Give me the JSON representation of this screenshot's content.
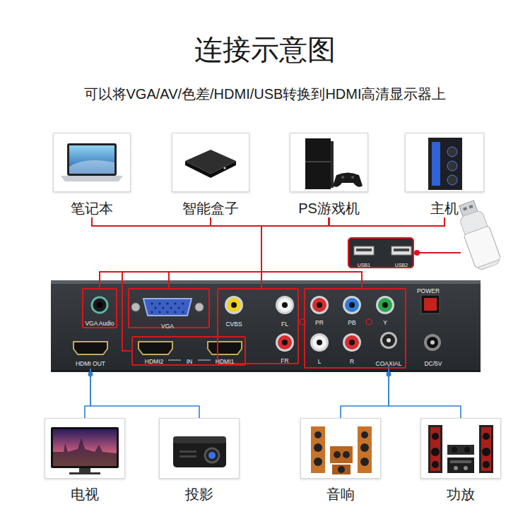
{
  "diagram": {
    "title": "连接示意图",
    "nodes": [
      {
        "text": [
          "笔记本"
        ]
      },
      {
        "text": [
          "智能盒子"
        ]
      },
      {
        "text": [
          "PS游戏机"
        ]
      },
      {
        "text": [
          "主机"
        ]
      },
      {
        "text": [
          "USB1",
          "USB2"
        ]
      },
      {
        "text": [
          "POWER",
          "DC/5V"
        ]
      },
      {
        "text": [
          "VGA Audio"
        ],
        "in": 5
      },
      {
        "text": [
          "VGA"
        ],
        "in": 5
      },
      {
        "text": [
          "CVBS",
          "FL",
          "FR"
        ],
        "in": 5
      },
      {
        "text": [
          "PR",
          "PB",
          "Y",
          "L",
          "R"
        ],
        "in": 5
      },
      {
        "text": [
          "COAXIAL"
        ],
        "in": 9
      },
      {
        "text": [
          "HDMI OUT"
        ],
        "in": 5
      },
      {
        "text": [
          "HDMI2",
          "IN",
          "HDMI1"
        ],
        "in": 5
      },
      {
        "text": [
          "电视"
        ]
      },
      {
        "text": [
          "投影"
        ]
      },
      {
        "text": [
          "音响"
        ]
      },
      {
        "text": [
          "功放"
        ]
      }
    ],
    "edges": [
      {
        "from": 0,
        "to": 6,
        "arrow": "none"
      },
      {
        "from": 0,
        "to": 7,
        "arrow": "none"
      },
      {
        "from": 0,
        "to": 8,
        "arrow": "none"
      },
      {
        "from": 0,
        "to": 9,
        "arrow": "none"
      },
      {
        "from": 0,
        "to": 12,
        "arrow": "none"
      },
      {
        "from": 1,
        "to": 6,
        "arrow": "none"
      },
      {
        "from": 1,
        "to": 7,
        "arrow": "none"
      },
      {
        "from": 1,
        "to": 8,
        "arrow": "none"
      },
      {
        "from": 1,
        "to": 9,
        "arrow": "none"
      },
      {
        "from": 1,
        "to": 12,
        "arrow": "none"
      },
      {
        "from": 2,
        "to": 6,
        "arrow": "none"
      },
      {
        "from": 2,
        "to": 7,
        "arrow": "none"
      },
      {
        "from": 2,
        "to": 8,
        "arrow": "none"
      },
      {
        "from": 2,
        "to": 9,
        "arrow": "none"
      },
      {
        "from": 2,
        "to": 12,
        "arrow": "none"
      },
      {
        "from": 3,
        "to": 6,
        "arrow": "none"
      },
      {
        "from": 3,
        "to": 7,
        "arrow": "none"
      },
      {
        "from": 3,
        "to": 8,
        "arrow": "none"
      },
      {
        "from": 3,
        "to": 9,
        "arrow": "none"
      },
      {
        "from": 3,
        "to": 12,
        "arrow": "none"
      },
      {
        "from": 11,
        "to": 13,
        "arrow": "none"
      },
      {
        "from": 11,
        "to": 14,
        "arrow": "none"
      },
      {
        "from": 10,
        "to": 15,
        "arrow": "none"
      },
      {
        "from": 10,
        "to": 16,
        "arrow": "none"
      }
    ],
    "labels": [
      "可以将VGA/AV/色差/HDMI/USB转换到HDMI高清显示器上"
    ]
  }
}
